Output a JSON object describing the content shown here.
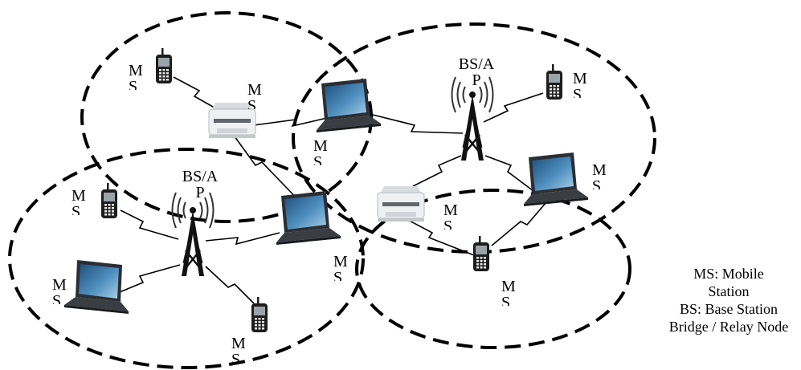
{
  "labels": {
    "ms": [
      "M",
      "S"
    ],
    "bs_ap": [
      "BS/A",
      "P"
    ]
  },
  "legend": {
    "line1": "MS: Mobile",
    "line2": "Station",
    "line3": "BS: Base Station",
    "line4": "Bridge / Relay Node"
  },
  "colors": {
    "stroke": "#000000",
    "printer_body": "#e9ecee",
    "laptop_body": "#2b2e33",
    "screen_top": "#2a5f8c",
    "screen_bottom": "#7fb0cf",
    "phone": "#1d1d1d"
  }
}
